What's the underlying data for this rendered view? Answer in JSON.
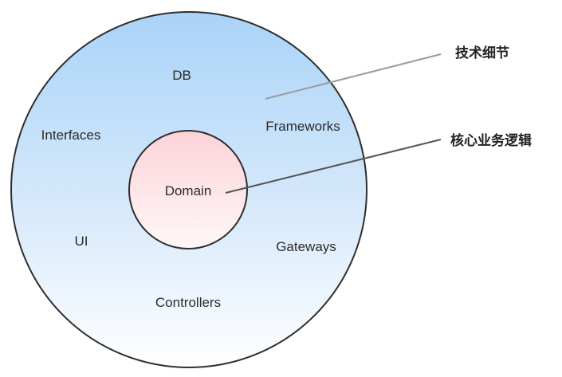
{
  "diagram": {
    "outer_ring": {
      "labels": {
        "db": "DB",
        "frameworks": "Frameworks",
        "interfaces": "Interfaces",
        "ui": "UI",
        "gateways": "Gateways",
        "controllers": "Controllers"
      },
      "gradient_top": "#a9d3f8",
      "gradient_bottom": "#ffffff"
    },
    "inner_core": {
      "label": "Domain",
      "gradient_top": "#fbd3d8",
      "gradient_bottom": "#fff7f7"
    },
    "callouts": {
      "technical_details": "技术细节",
      "core_business_logic": "核心业务逻辑"
    },
    "colors": {
      "outline": "#2e2e2e",
      "leader_line_upper": "#9b9b9b",
      "leader_line_lower": "#555555"
    }
  }
}
